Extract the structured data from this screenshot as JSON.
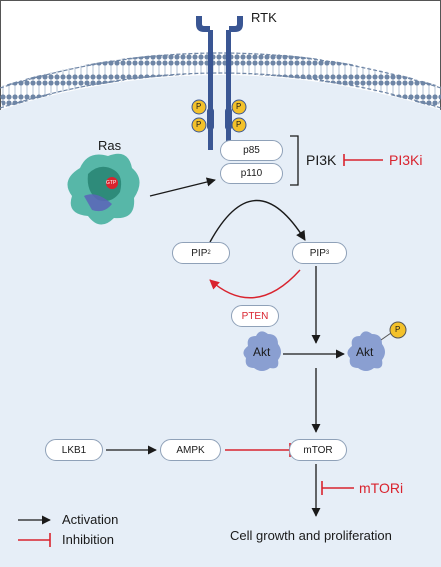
{
  "labels": {
    "rtk": "RTK",
    "ras": "Ras",
    "ras_gtp": "GTP",
    "phospho": "P",
    "p85": "p85",
    "p110": "p110",
    "pi3k": "PI3K",
    "pi3ki": "PI3Ki",
    "pip2_main": "PIP",
    "pip2_sub": "2",
    "pip3_main": "PIP",
    "pip3_sub": "3",
    "pten": "PTEN",
    "akt": "Akt",
    "akt_active": "Akt",
    "lkb1": "LKB1",
    "ampk": "AMPK",
    "mtor": "mTOR",
    "mtori": "mTORi",
    "outcome": "Cell growth and proliferation"
  },
  "legend": {
    "activation": "Activation",
    "inhibition": "Inhibition"
  },
  "colors": {
    "cell_fill": "#e6eef7",
    "membrane_head": "#6f86a6",
    "receptor": "#3a5693",
    "phospho_fill": "#f3c12a",
    "inhibition": "#d9232e",
    "arrow": "#1a1a1a",
    "node_border": "#8fa1b8",
    "akt_protein": "#8a9fd1"
  }
}
